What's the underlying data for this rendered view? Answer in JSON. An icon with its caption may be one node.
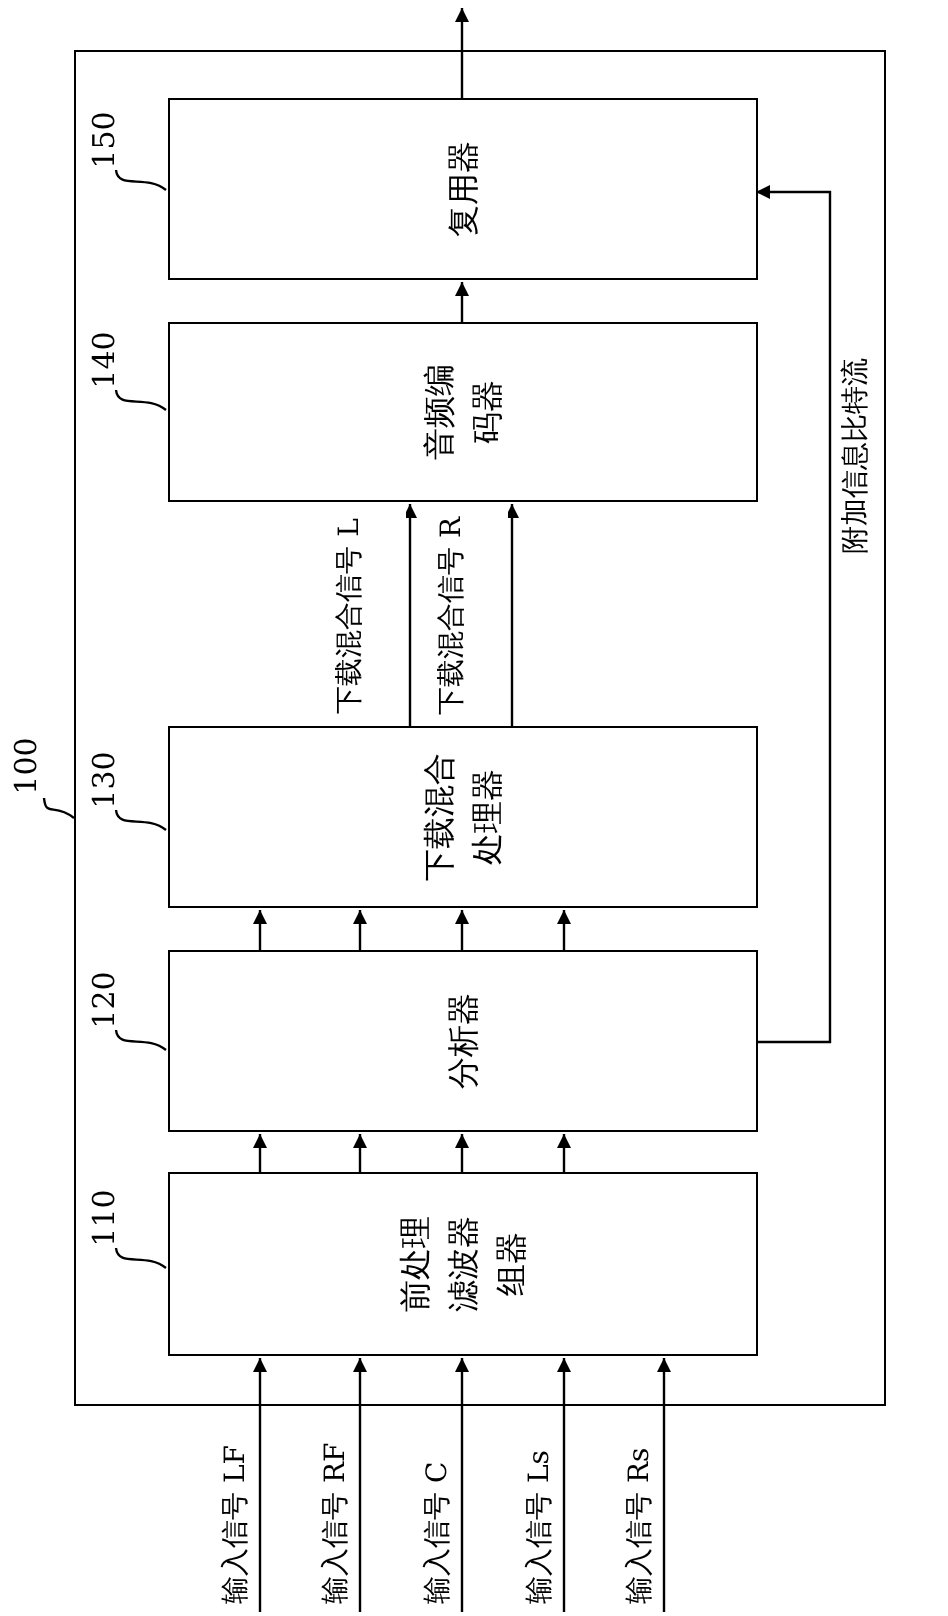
{
  "diagram": {
    "nodes": [
      {
        "text": [],
        "shape": "box"
      },
      {
        "text": [
          "100"
        ]
      },
      {
        "text": [
          "前处理滤波器组器"
        ],
        "in": 0
      },
      {
        "text": [
          "110"
        ],
        "in": 0
      },
      {
        "text": [
          "分析器"
        ],
        "in": 0
      },
      {
        "text": [
          "120"
        ],
        "in": 0
      },
      {
        "text": [
          "下载混合处理器"
        ],
        "in": 0
      },
      {
        "text": [
          "130"
        ],
        "in": 0
      },
      {
        "text": [
          "音频编码器"
        ],
        "in": 0
      },
      {
        "text": [
          "140"
        ],
        "in": 0
      },
      {
        "text": [
          "复用器"
        ],
        "in": 0
      },
      {
        "text": [
          "150"
        ],
        "in": 0
      }
    ],
    "edges": [
      {
        "from": null,
        "to": 2,
        "arrow": "to",
        "label": "输入信号 LF"
      },
      {
        "from": null,
        "to": 2,
        "arrow": "to",
        "label": "输入信号 RF"
      },
      {
        "from": null,
        "to": 2,
        "arrow": "to",
        "label": "输入信号 C"
      },
      {
        "from": null,
        "to": 2,
        "arrow": "to",
        "label": "输入信号 Ls"
      },
      {
        "from": null,
        "to": 2,
        "arrow": "to",
        "label": "输入信号 Rs"
      },
      {
        "from": 2,
        "to": 4,
        "arrow": "to"
      },
      {
        "from": 2,
        "to": 4,
        "arrow": "to"
      },
      {
        "from": 2,
        "to": 4,
        "arrow": "to"
      },
      {
        "from": 2,
        "to": 4,
        "arrow": "to"
      },
      {
        "from": 4,
        "to": 6,
        "arrow": "to"
      },
      {
        "from": 4,
        "to": 6,
        "arrow": "to"
      },
      {
        "from": 4,
        "to": 6,
        "arrow": "to"
      },
      {
        "from": 4,
        "to": 6,
        "arrow": "to"
      },
      {
        "from": 6,
        "to": 8,
        "arrow": "to",
        "label": "下载混合信号 L"
      },
      {
        "from": 6,
        "to": 8,
        "arrow": "to",
        "label": "下载混合信号 R"
      },
      {
        "from": 8,
        "to": 10,
        "arrow": "to"
      },
      {
        "from": 10,
        "to": null,
        "arrow": "to"
      },
      {
        "from": 4,
        "to": 10,
        "arrow": "to",
        "label": "附加信息比特流"
      },
      {
        "from": 1,
        "to": 0,
        "arrow": "none"
      },
      {
        "from": 3,
        "to": 2,
        "arrow": "none"
      },
      {
        "from": 5,
        "to": 4,
        "arrow": "none"
      },
      {
        "from": 7,
        "to": 6,
        "arrow": "none"
      },
      {
        "from": 9,
        "to": 8,
        "arrow": "none"
      },
      {
        "from": 11,
        "to": 10,
        "arrow": "none"
      }
    ]
  }
}
